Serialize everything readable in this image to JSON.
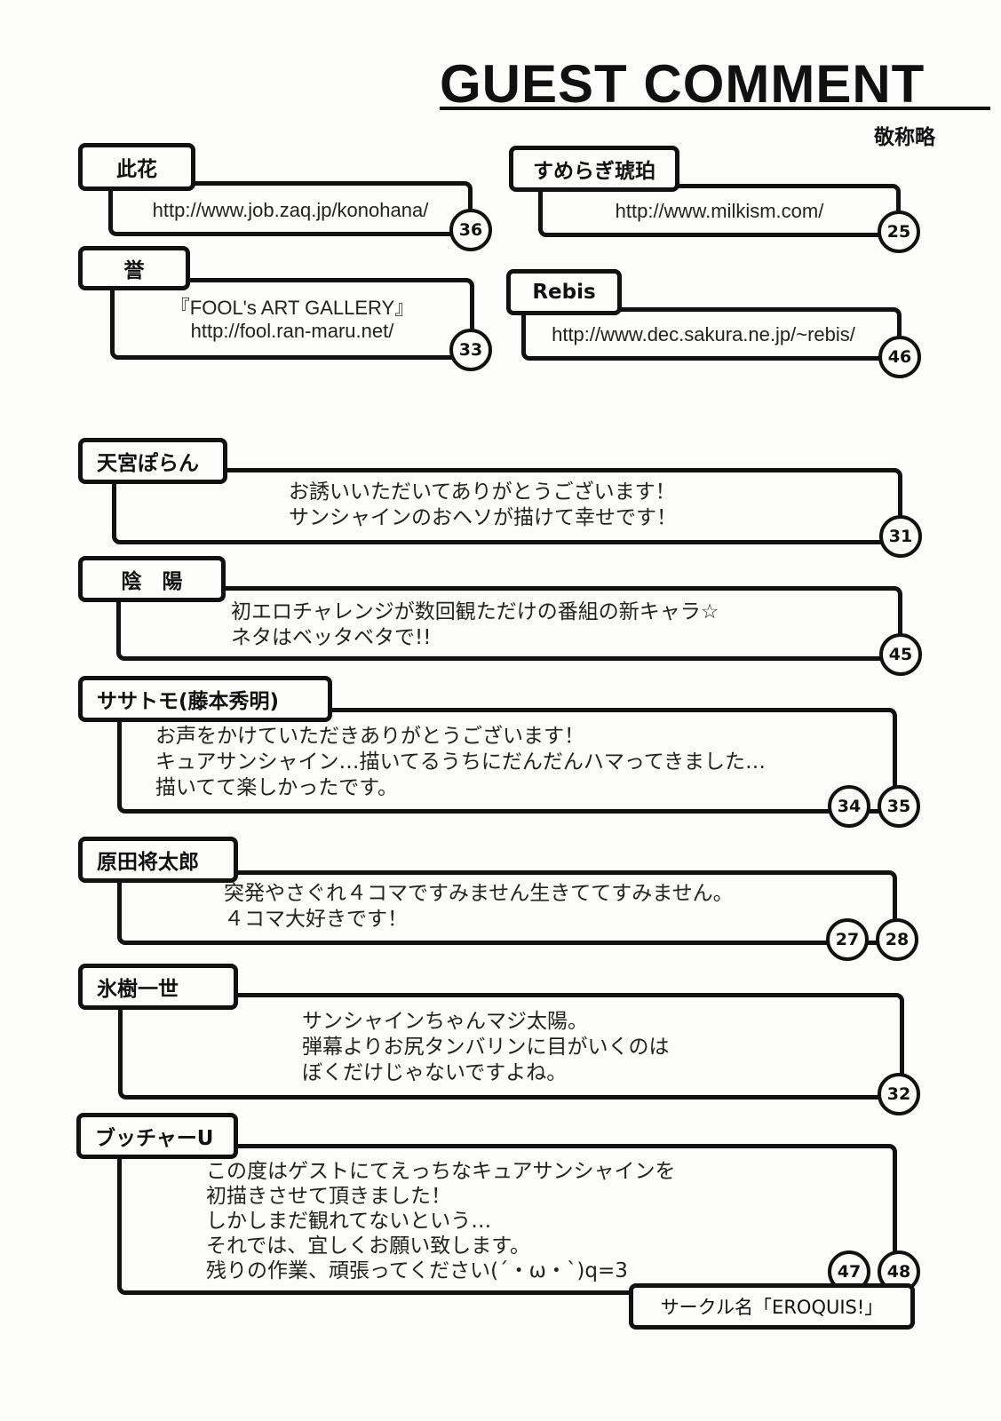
{
  "header": {
    "title": "GUEST COMMENT",
    "subtitle": "敬称略"
  },
  "links": [
    {
      "name": "此花",
      "lines": [
        "http://www.job.zaq.jp/konohana/"
      ],
      "pages": [
        "36"
      ]
    },
    {
      "name": "すめらぎ琥珀",
      "lines": [
        "http://www.milkism.com/"
      ],
      "pages": [
        "25"
      ]
    },
    {
      "name": "誉",
      "lines": [
        "『FOOL's ART GALLERY』",
        "http://fool.ran-maru.net/"
      ],
      "pages": [
        "33"
      ]
    },
    {
      "name": "Rebis",
      "lines": [
        "http://www.dec.sakura.ne.jp/~rebis/"
      ],
      "pages": [
        "46"
      ]
    }
  ],
  "comments": [
    {
      "name": "天宮ぽらん",
      "text": "お誘いいただいてありがとうございます！\nサンシャインのおヘソが描けて幸せです！",
      "pages": [
        "31"
      ]
    },
    {
      "name": "陰　陽",
      "text": "初エロチャレンジが数回観ただけの番組の新キャラ☆\nネタはベッタベタで!!",
      "pages": [
        "45"
      ]
    },
    {
      "name": "ササトモ(藤本秀明)",
      "text": "お声をかけていただきありがとうございます！\nキュアサンシャイン…描いてるうちにだんだんハマってきました…\n描いてて楽しかったです。",
      "pages": [
        "34",
        "35"
      ]
    },
    {
      "name": "原田将太郎",
      "text": "突発やさぐれ４コマですみません生きててすみません。\n４コマ大好きです！",
      "pages": [
        "27",
        "28"
      ]
    },
    {
      "name": "氷樹一世",
      "text": "サンシャインちゃんマジ太陽。\n弾幕よりお尻タンバリンに目がいくのは\nぼくだけじゃないですよね。",
      "pages": [
        "32"
      ]
    },
    {
      "name": "ブッチャーU",
      "text": "この度はゲストにてえっちなキュアサンシャインを\n初描きさせて頂きました！\nしかしまだ観れてないという…\nそれでは、宜しくお願い致します。\n残りの作業、頑張ってください(´・ω・`)q=3",
      "pages": [
        "47",
        "48"
      ],
      "circle": "サークル名「EROQUIS!」"
    }
  ]
}
